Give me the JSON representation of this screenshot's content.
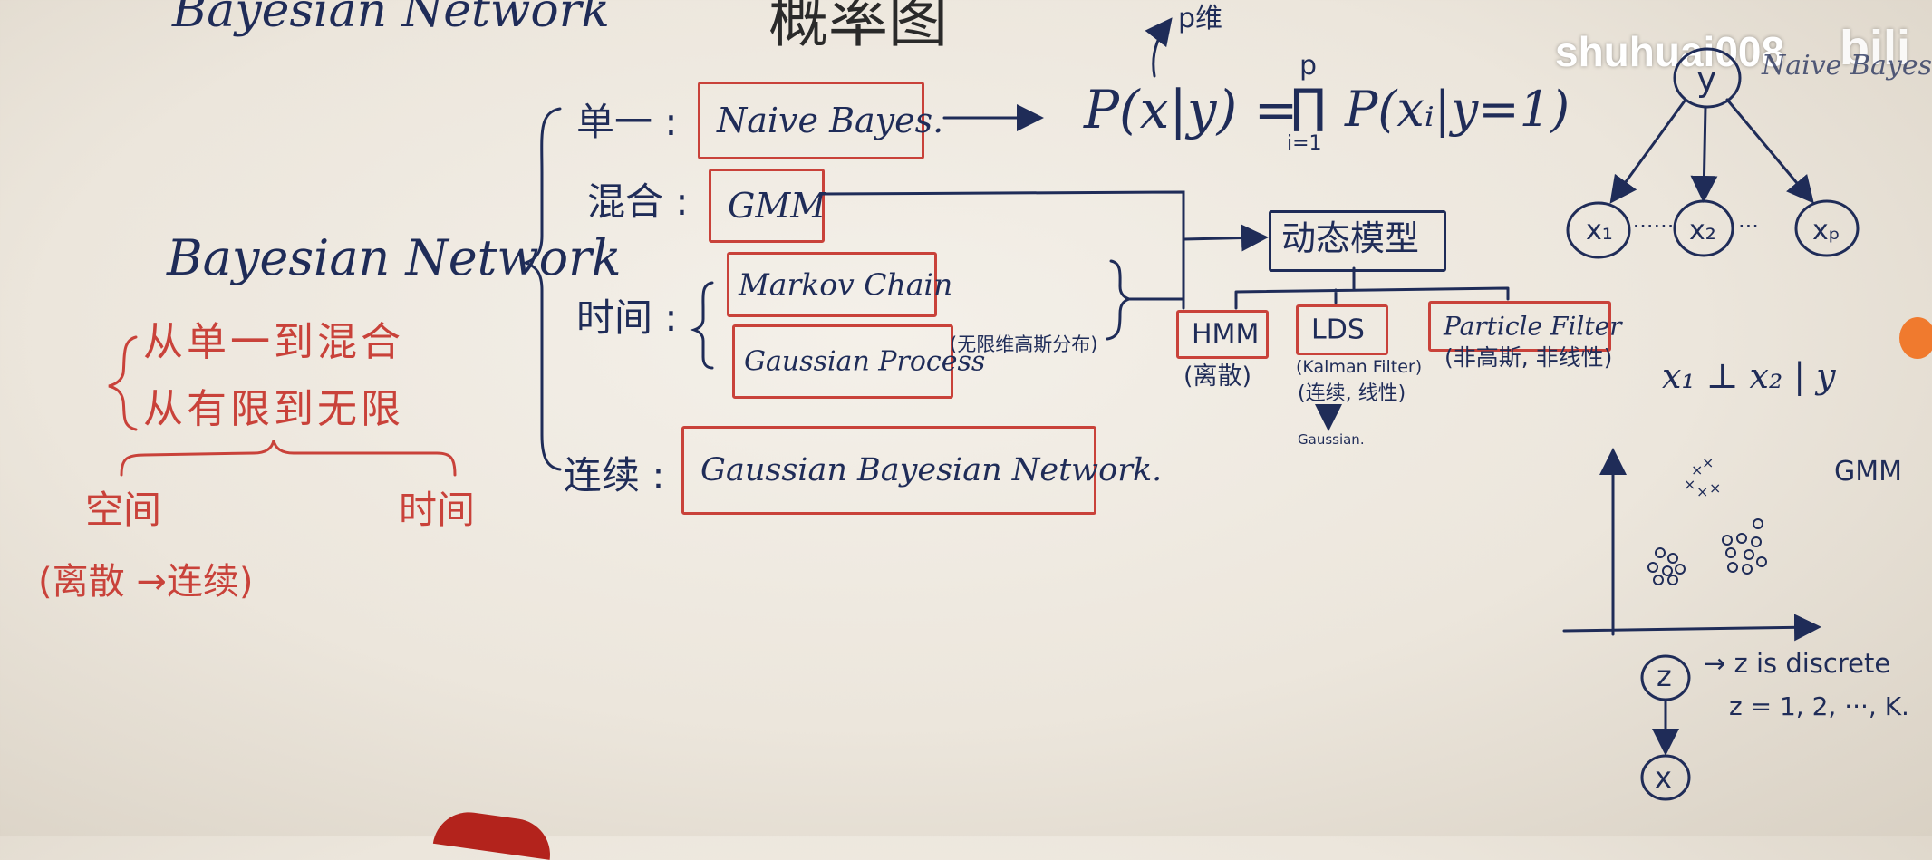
{
  "watermark": {
    "text": "shuhuai008",
    "logo": "bili"
  },
  "title": {
    "top_left": "Bayesian Network",
    "center": "概率图",
    "p_dim_note": "p维"
  },
  "left": {
    "main_label": "Bayesian Network",
    "line1": "从单一到混合",
    "line2": "从有限到无限",
    "space": "空间",
    "time": "时间",
    "discrete_to_continuous": "(离散 →连续)"
  },
  "branches": {
    "single_label": "单一 :",
    "mixed_label": "混合 :",
    "time_label": "时间 :",
    "continuous_label": "连续 :"
  },
  "models": {
    "naive_bayes": "Naive Bayes.",
    "gmm": "GMM",
    "markov_chain": "Markov Chain",
    "gaussian_process": "Gaussian Process",
    "gaussian_process_note": "(无限维高斯分布)",
    "gaussian_bayesian_network": "Gaussian Bayesian Network."
  },
  "formula": {
    "lhs": "P(x|y) =",
    "prod_top": "p",
    "prod_symbol": "∏",
    "prod_bottom": "i=1",
    "rhs": "P(xᵢ|y=1)"
  },
  "dynamic": {
    "title": "动态模型",
    "hmm": "HMM",
    "hmm_note": "(离散)",
    "lds": "LDS",
    "lds_note1": "(Kalman Filter)",
    "lds_note2": "(连续, 线性)",
    "lds_note3": "Gaussian.",
    "particle_filter": "Particle Filter",
    "particle_filter_note": "(非高斯, 非线性)"
  },
  "right_graph": {
    "root": "y",
    "root_caption": "Naive Bayes",
    "x1": "x₁",
    "x2": "x₂",
    "xp": "xₚ",
    "dots1": "·······",
    "dots2": "···",
    "independence": "x₁ ⊥ x₂ | y",
    "gmm_caption": "GMM",
    "z_node": "z",
    "x_node": "x",
    "z_note1": "→ z is discrete",
    "z_note2": "z = 1, 2, ···, K."
  }
}
